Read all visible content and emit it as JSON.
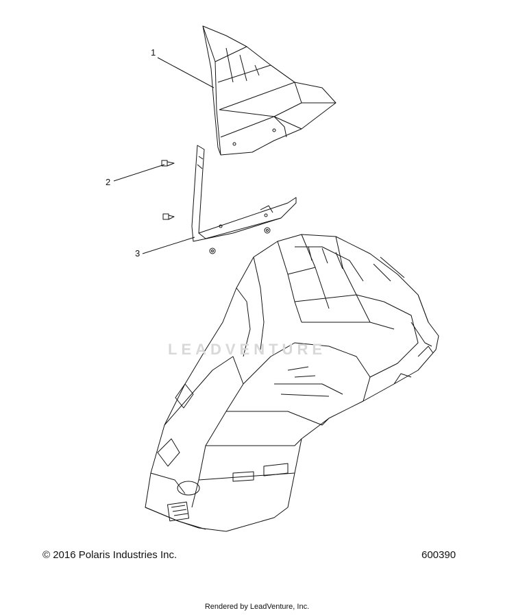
{
  "callouts": [
    {
      "number": "1",
      "part": "windshield"
    },
    {
      "number": "2",
      "part": "fastener"
    },
    {
      "number": "3",
      "part": "windshield-bracket"
    }
  ],
  "watermark_text": "LEADVENTURE",
  "footer": {
    "copyright": "© 2016 Polaris Industries Inc.",
    "drawing_number": "600390",
    "rendered_by": "Rendered by LeadVenture, Inc."
  },
  "colors": {
    "line": "#111111",
    "watermark": "#d8d8d8",
    "background": "#ffffff"
  }
}
